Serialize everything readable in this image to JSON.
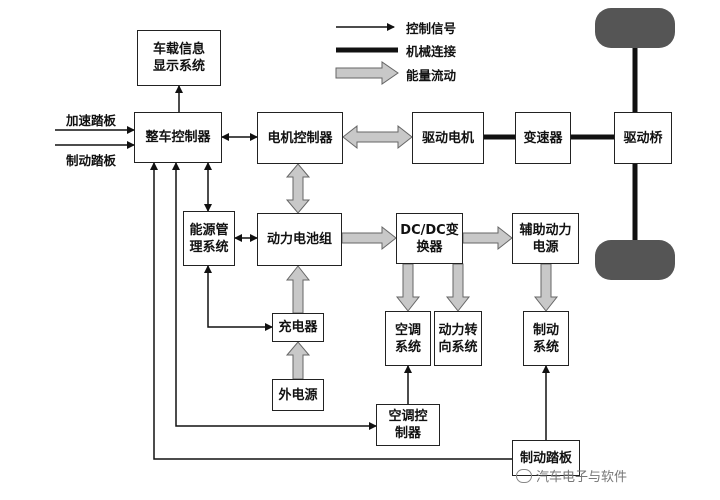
{
  "legend": {
    "control": "控制信号",
    "mechanical": "机械连接",
    "energy": "能量流动"
  },
  "inputs": {
    "accelerator": "加速踏板",
    "brake": "制动踏板"
  },
  "boxes": {
    "display_line1": "车载信息",
    "display_line2": "显示系统",
    "vcu": "整车控制器",
    "motor_controller": "电机控制器",
    "drive_motor": "驱动电机",
    "transmission": "变速器",
    "drive_axle": "驱动桥",
    "bms_line1": "能源管",
    "bms_line2": "理系统",
    "battery": "动力电池组",
    "dcdc_line1": "DC/DC变",
    "dcdc_line2": "换器",
    "aux_line1": "辅助动力",
    "aux_line2": "电源",
    "charger": "充电器",
    "ext_power": "外电源",
    "ac_line1": "空调",
    "ac_line2": "系统",
    "steer_line1": "动力转",
    "steer_line2": "向系统",
    "brake_sys_line1": "制动",
    "brake_sys_line2": "系统",
    "ac_ctrl_line1": "空调控",
    "ac_ctrl_line2": "制器",
    "brake_pedal_unit": "制动踏板"
  },
  "watermark": "汽车电子与软件",
  "colors": {
    "line": "#111111",
    "energy_fill": "#c8c8c8",
    "wheel": "#555555"
  }
}
